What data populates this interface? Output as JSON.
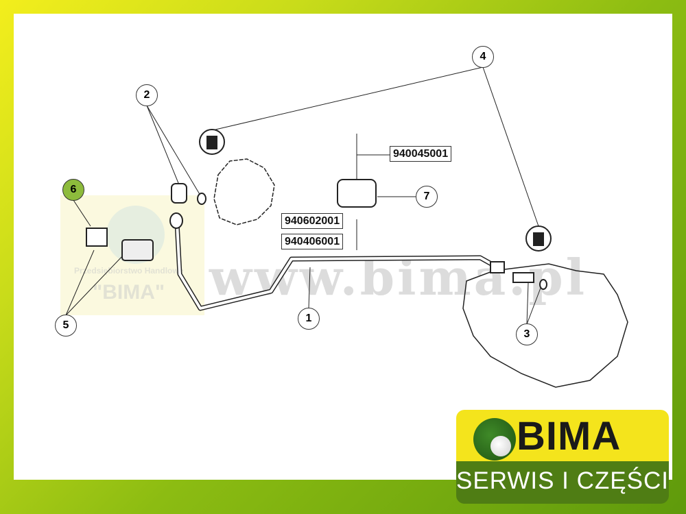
{
  "watermark": {
    "url": "www.bima.pl",
    "company_line": "Przedsiębiorstwo Handlowe",
    "company_name": "\"BIMA\""
  },
  "callouts": [
    {
      "id": "1",
      "label": "1"
    },
    {
      "id": "2",
      "label": "2"
    },
    {
      "id": "3",
      "label": "3"
    },
    {
      "id": "4",
      "label": "4"
    },
    {
      "id": "5",
      "label": "5"
    },
    {
      "id": "6",
      "label": "6",
      "highlight": "#8dbb3c"
    },
    {
      "id": "7",
      "label": "7"
    }
  ],
  "part_numbers": [
    "940045001",
    "940602001",
    "940406001"
  ],
  "logo": {
    "name": "BIMA",
    "tagline": "SERWIS I CZĘŚCI",
    "yellow": "#f4e41c",
    "green": "#4f7d14"
  }
}
